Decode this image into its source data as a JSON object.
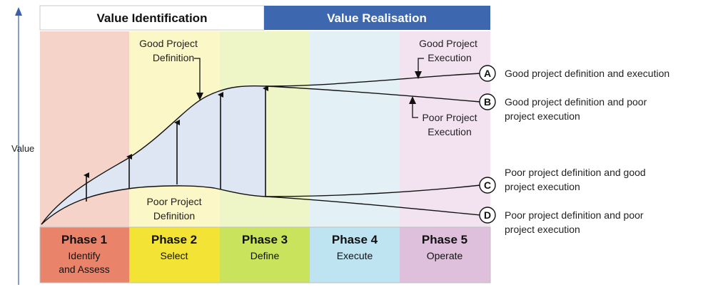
{
  "header": {
    "left": "Value Identification",
    "right": "Value Realisation"
  },
  "axis": {
    "ylabel": "Value"
  },
  "phases": [
    {
      "title": "Phase 1",
      "sub1": "Identify",
      "sub2": "and Assess",
      "band_color": "#f6d3c9",
      "box_color": "#e9846b"
    },
    {
      "title": "Phase 2",
      "sub1": "Select",
      "sub2": "",
      "band_color": "#fbf7c6",
      "box_color": "#f3e334"
    },
    {
      "title": "Phase 3",
      "sub1": "Define",
      "sub2": "",
      "band_color": "#eef6c8",
      "box_color": "#c9e35c"
    },
    {
      "title": "Phase 4",
      "sub1": "Execute",
      "sub2": "",
      "band_color": "#e3f1f6",
      "box_color": "#bfe4f1"
    },
    {
      "title": "Phase 5",
      "sub1": "Operate",
      "sub2": "",
      "band_color": "#f3e3f0",
      "box_color": "#dec0dc"
    }
  ],
  "annotations": {
    "good_definition": [
      "Good Project",
      "Definition"
    ],
    "poor_definition": [
      "Poor Project",
      "Definition"
    ],
    "good_execution": [
      "Good Project",
      "Execution"
    ],
    "poor_execution": [
      "Poor Project",
      "Execution"
    ]
  },
  "outcomes": [
    {
      "letter": "A",
      "line1": "Good project definition and execution",
      "line2": ""
    },
    {
      "letter": "B",
      "line1": "Good project definition and poor",
      "line2": "project execution"
    },
    {
      "letter": "C",
      "line1": "Poor project definition and good",
      "line2": "project execution"
    },
    {
      "letter": "D",
      "line1": "Poor project definition and poor",
      "line2": "project execution"
    }
  ],
  "colors": {
    "header_right": "#3d68b0",
    "axis": "#3a5ea8",
    "fill_between": "#dde6f2"
  }
}
